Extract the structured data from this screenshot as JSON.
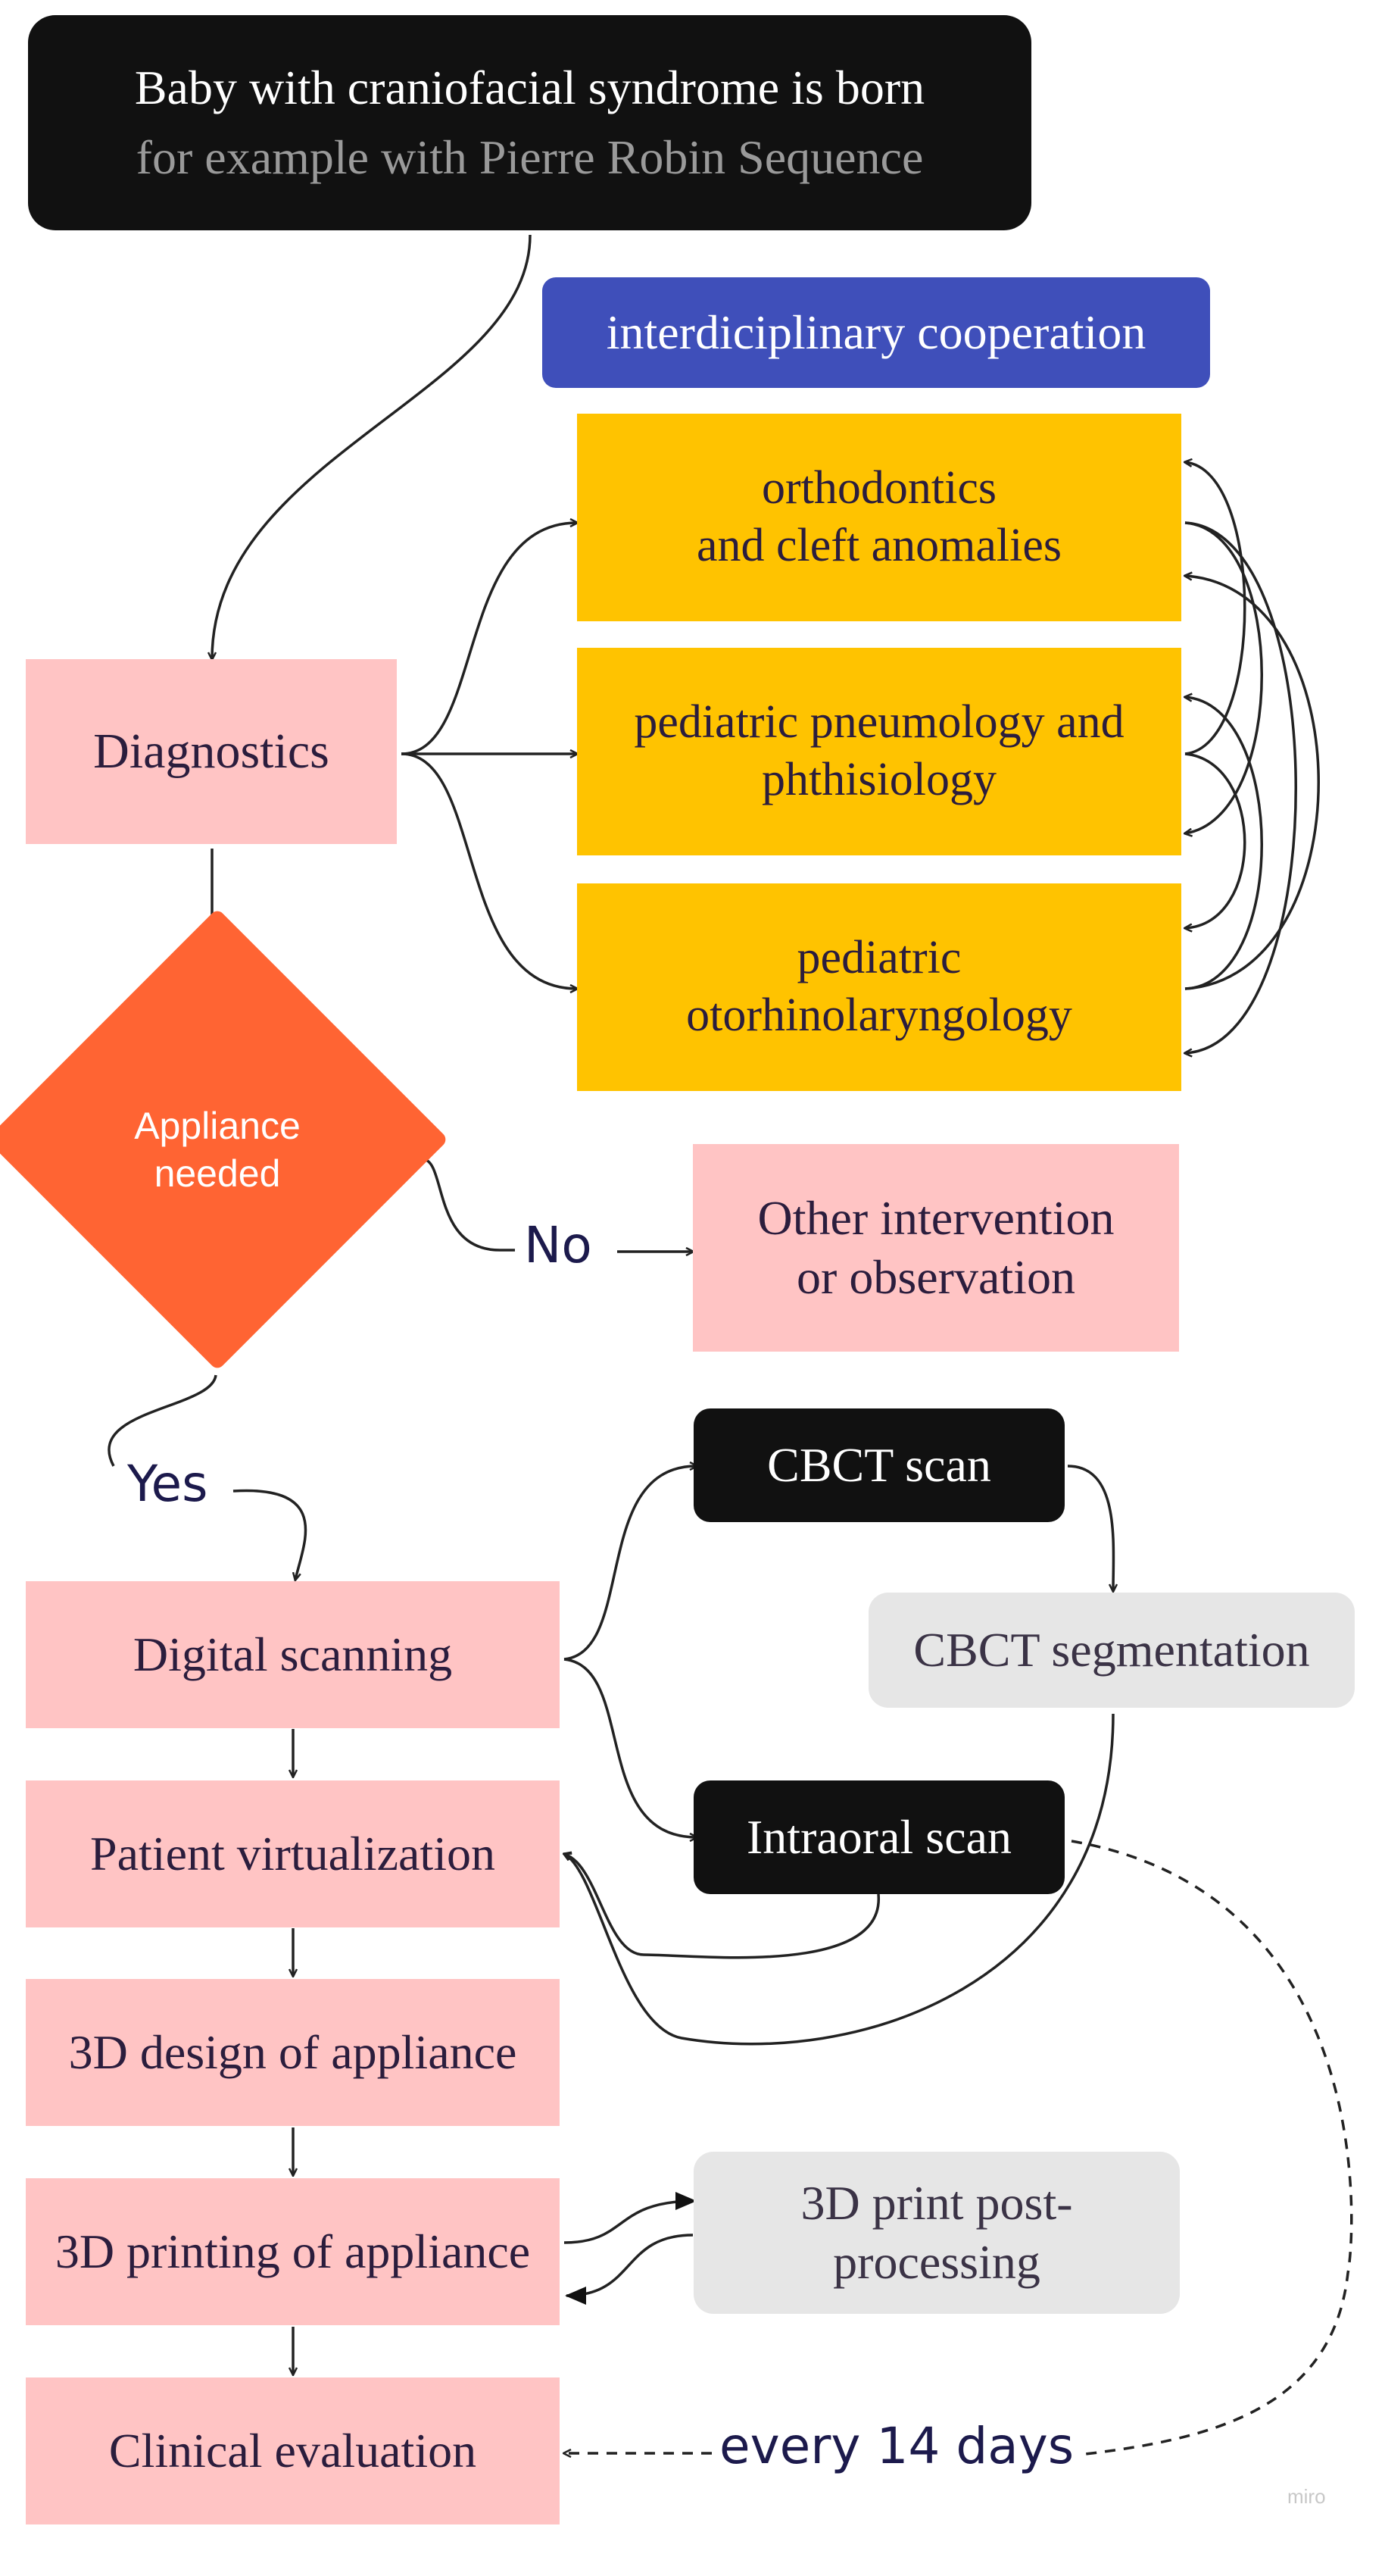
{
  "start": {
    "title": "Baby with craniofacial syndrome is born",
    "subtitle": "for example with Pierre Robin Sequence"
  },
  "interdisciplinary": {
    "label": "interdiciplinary cooperation",
    "specialties": [
      "orthodontics\nand cleft anomalies",
      "pediatric pneumology and\nphthisiology",
      "pediatric\notorhinolaryngology"
    ]
  },
  "diagnostics": "Diagnostics",
  "decision": {
    "question": "Appliance\nneeded",
    "yes_label": "Yes",
    "no_label": "No"
  },
  "other_intervention": "Other intervention\nor observation",
  "pipeline": [
    "Digital scanning",
    "Patient virtualization",
    "3D design of appliance",
    "3D printing of appliance",
    "Clinical evaluation"
  ],
  "scans": {
    "cbct_scan": "CBCT scan",
    "cbct_segmentation": "CBCT segmentation",
    "intraoral_scan": "Intraoral scan"
  },
  "post_processing": "3D print post-\nprocessing",
  "followup_label": "every 14 days",
  "watermark": "miro",
  "colors": {
    "pink": "#ffc4c4",
    "gold": "#ffc300",
    "orange": "#ff6433",
    "blue": "#3f4fba",
    "black": "#111111",
    "gray": "#e6e6e6"
  }
}
